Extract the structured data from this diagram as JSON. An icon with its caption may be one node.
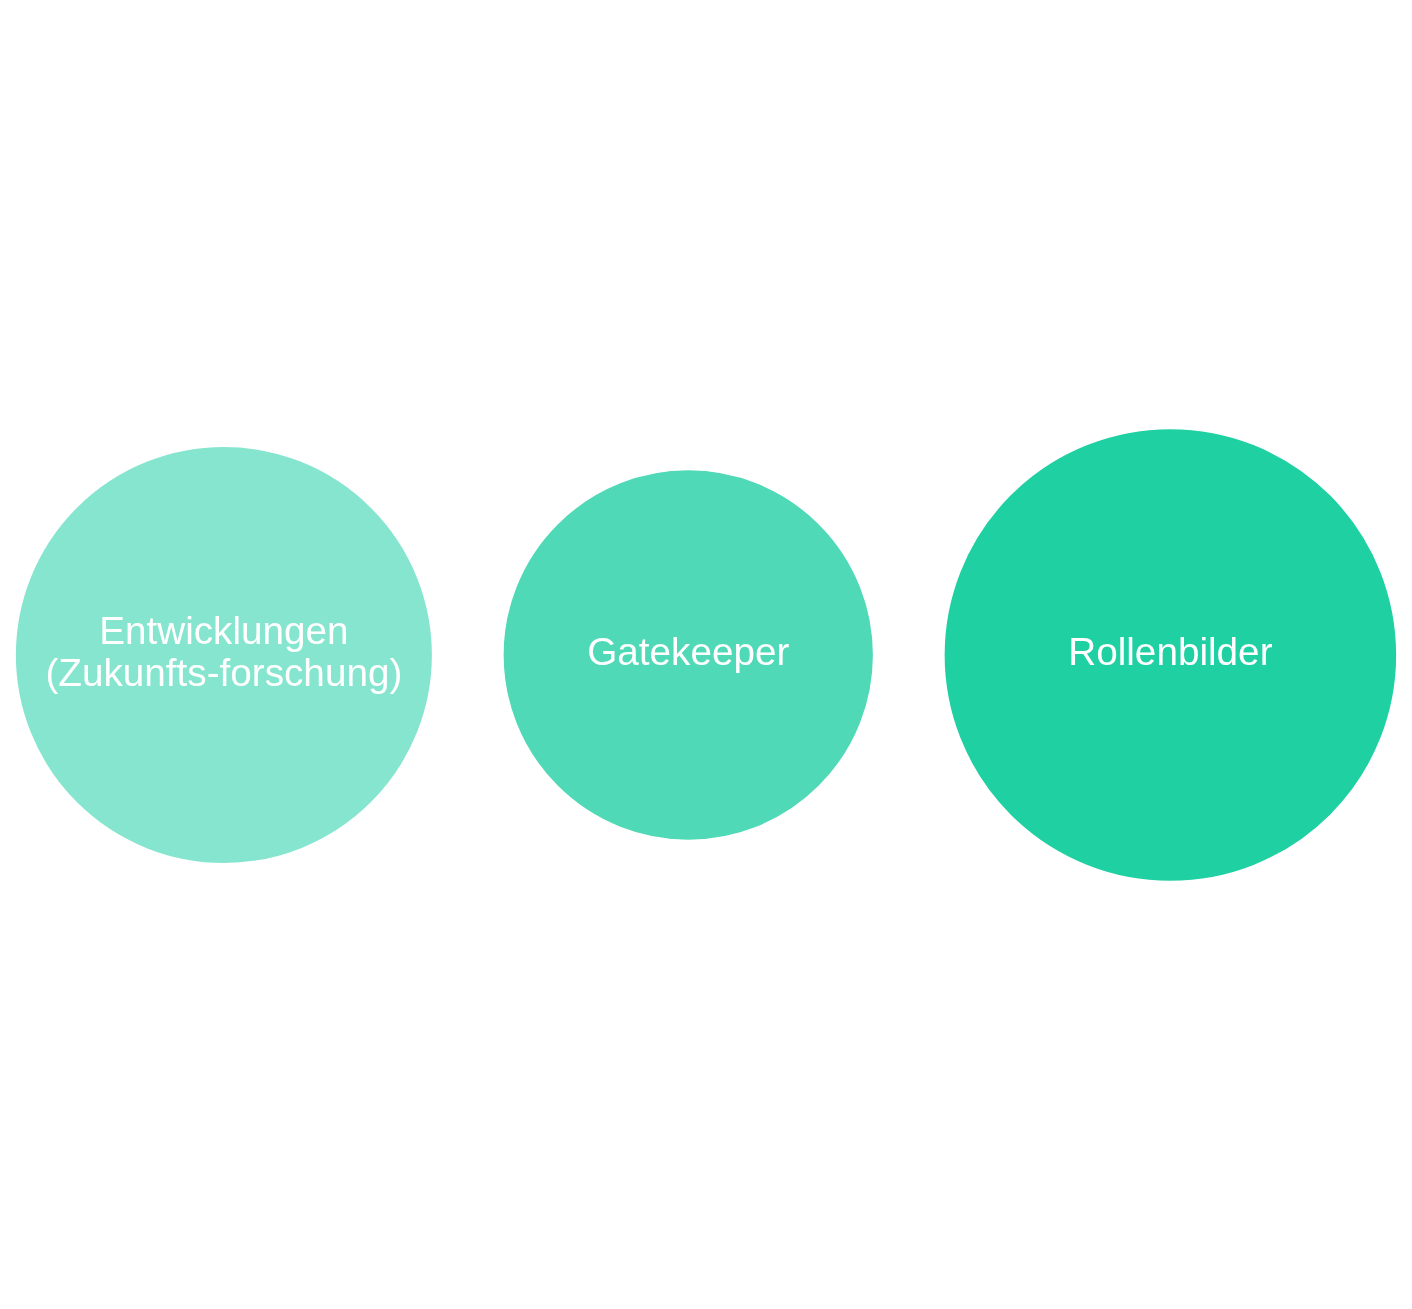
{
  "diagram": {
    "nodes": [
      {
        "text": [
          "Entwicklungen",
          "(Zukunfts-forschung)"
        ]
      },
      {
        "text": [
          "Gatekeeper"
        ]
      },
      {
        "text": [
          "Rollenbilder"
        ]
      }
    ],
    "edges": []
  }
}
